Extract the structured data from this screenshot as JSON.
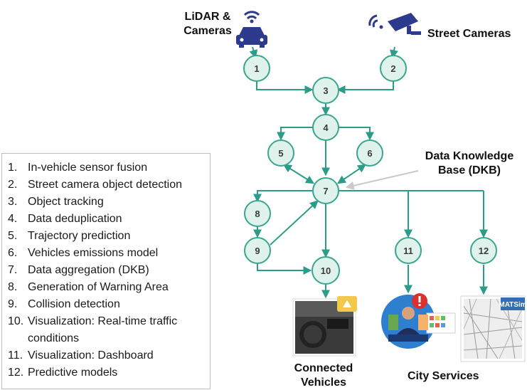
{
  "sources": {
    "lidar_label_line1": "LiDAR &",
    "lidar_label_line2": "Cameras",
    "street_label": "Street Cameras"
  },
  "dkb": {
    "line1": "Data Knowledge",
    "line2": "Base (DKB)"
  },
  "nodes": [
    "1",
    "2",
    "3",
    "4",
    "5",
    "6",
    "7",
    "8",
    "9",
    "10",
    "11",
    "12"
  ],
  "outputs": {
    "connected_line1": "Connected",
    "connected_line2": "Vehicles",
    "city": "City Services",
    "matsim": "MATSim"
  },
  "legend": [
    {
      "num": "1.",
      "text": "In-vehicle sensor fusion"
    },
    {
      "num": "2.",
      "text": "Street camera object detection"
    },
    {
      "num": "3.",
      "text": "Object tracking"
    },
    {
      "num": "4.",
      "text": "Data deduplication"
    },
    {
      "num": "5.",
      "text": "Trajectory prediction"
    },
    {
      "num": "6.",
      "text": "Vehicles emissions model"
    },
    {
      "num": "7.",
      "text": "Data aggregation (DKB)"
    },
    {
      "num": "8.",
      "text": "Generation of Warning Area"
    },
    {
      "num": "9.",
      "text": "Collision detection"
    },
    {
      "num": "10.",
      "text": "Visualization: Real-time traffic"
    },
    {
      "num": "",
      "text": "conditions"
    },
    {
      "num": "11.",
      "text": "Visualization: Dashboard"
    },
    {
      "num": "12.",
      "text": "Predictive models"
    }
  ],
  "colors": {
    "edge": "#2c9c88",
    "node_fill": "#dff3ec",
    "node_stroke": "#3aa68d",
    "icon_blue": "#2e3a8c"
  }
}
